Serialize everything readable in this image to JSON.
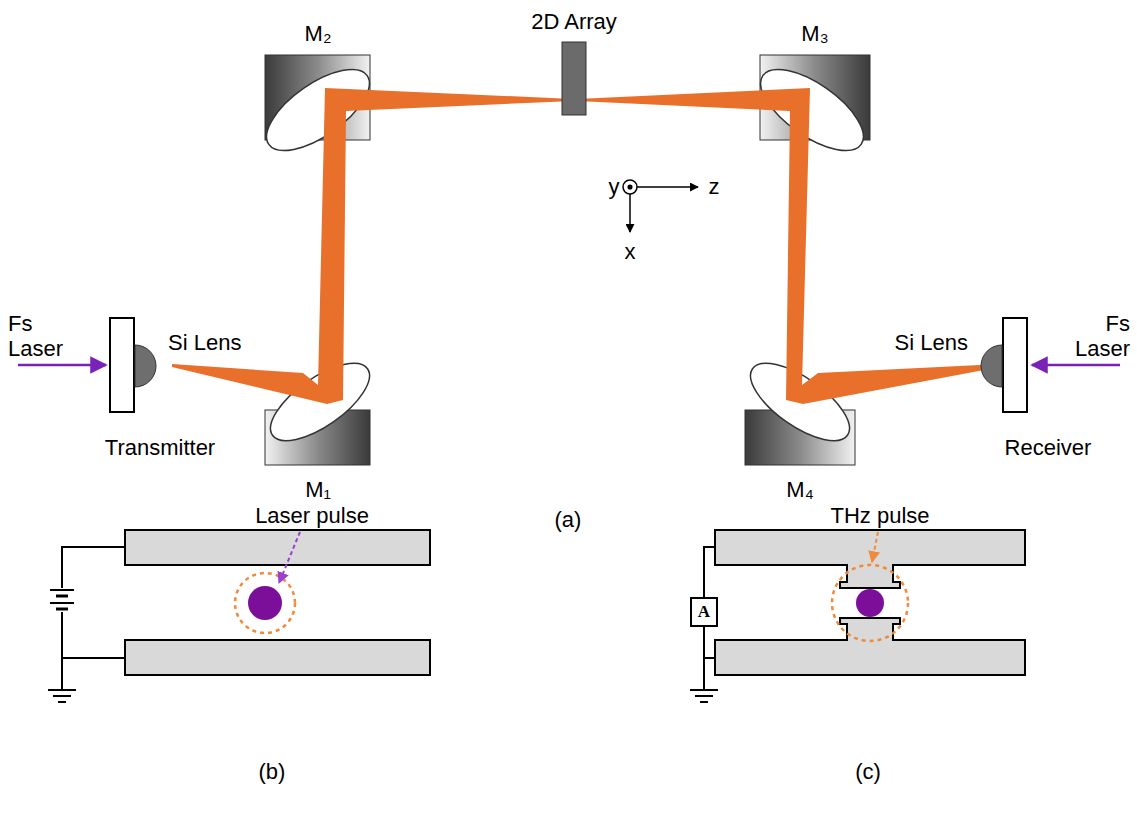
{
  "diagram": {
    "nodes": [
      {
        "text": [
          "A"
        ]
      }
    ],
    "labels": [
      "M₂",
      "2D Array",
      "M₃",
      "y",
      "z",
      "x",
      "Fs Laser",
      "Si Lens",
      "Transmitter",
      "M₁",
      "(a)",
      "Si Lens",
      "Fs Laser",
      "Receiver",
      "M₄",
      "Laser pulse",
      "THz pulse",
      "(b)",
      "(c)"
    ]
  }
}
